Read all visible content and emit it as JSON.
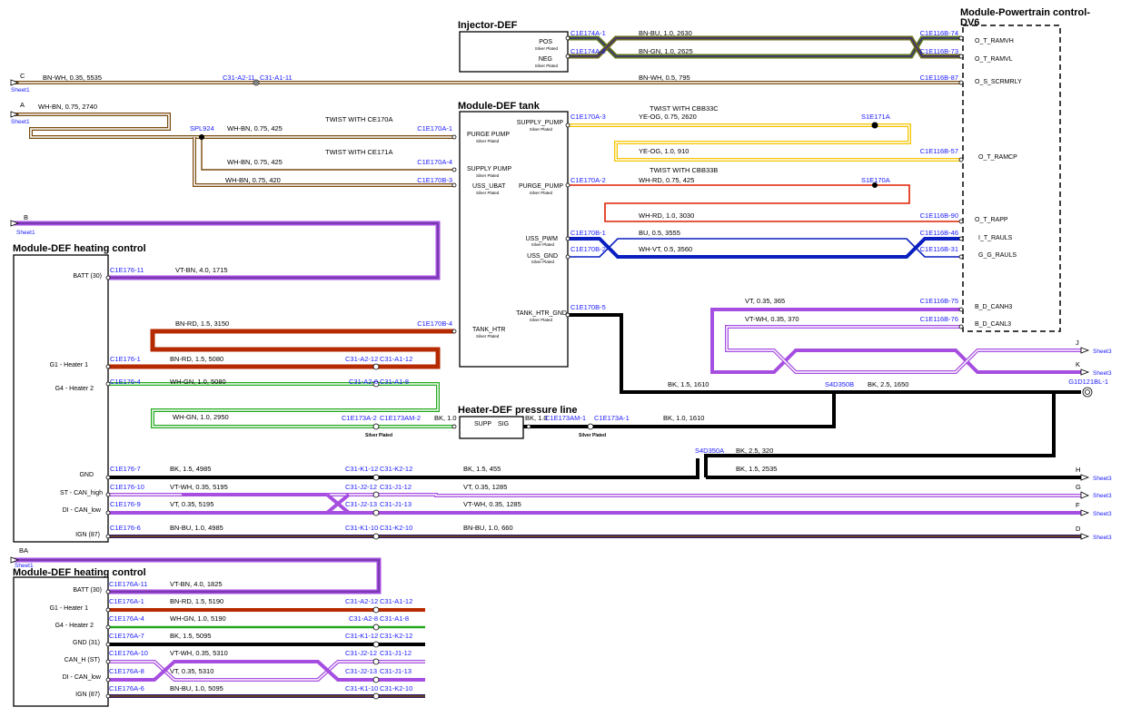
{
  "modules": {
    "injector": {
      "title": "Injector-DEF",
      "pins": [
        {
          "name": "POS",
          "sub": "Silver Plated"
        },
        {
          "name": "NEG",
          "sub": "Silver Plated"
        }
      ]
    },
    "pcm": {
      "title": "Module-Powertrain control-",
      "title2": "DV6",
      "pins": [
        "O_T_RAMVH",
        "O_T_RAMVL",
        "O_S_SCRMRLY",
        "O_T_RAMCP",
        "O_T_RAPP",
        "I_T_RAULS",
        "G_G_RAULS",
        "B_D_CANH3",
        "B_D_CANL3"
      ]
    },
    "tank": {
      "title": "Module-DEF tank",
      "left_pins": [
        {
          "name": "PURGE PUMP",
          "sub": "Silver Plated"
        },
        {
          "name": "SUPPLY PUMP",
          "sub": "Silver Plated"
        },
        {
          "name": "USS_UBAT",
          "sub": "Silver Plated"
        },
        {
          "name": "TANK_HTR",
          "sub": "Silver Plated"
        }
      ],
      "right_pins": [
        {
          "name": "SUPPLY_PUMP",
          "sub": "Silver Plated"
        },
        {
          "name": "PURGE_PUMP",
          "sub": "Silver Plated"
        },
        {
          "name": "USS_PWM",
          "sub": "Silver Plated"
        },
        {
          "name": "USS_GND",
          "sub": "Silver Plated"
        },
        {
          "name": "TANK_HTR_GND",
          "sub": "Silver Plated"
        }
      ]
    },
    "heating1": {
      "title": "Module-DEF heating control",
      "pins": [
        "BATT (30)",
        "G1 - Heater 1",
        "G4 - Heater 2",
        "GND",
        "ST - CAN_high",
        "DI - CAN_low",
        "IGN (87)"
      ]
    },
    "pressure": {
      "title": "Heater-DEF pressure line",
      "pins": [
        "SUPP",
        "SIG"
      ]
    },
    "heating2": {
      "title": "Module-DEF heating control",
      "pins": [
        "BATT (30)",
        "G1 - Heater 1",
        "G4 - Heater 2",
        "GND (31)",
        "CAN_H (ST)",
        "DI - CAN_low",
        "IGN (87)"
      ]
    }
  },
  "wire_labels": [
    "BN-BU, 1.0, 2630",
    "BN-GN, 1.0, 2625",
    "BN-WH, 0.35, 5535",
    "BN-WH, 0.5, 795",
    "WH-BN, 0.75, 2740",
    "WH-BN, 0.75, 425",
    "WH-BN, 0.75, 425",
    "WH-BN, 0.75, 420",
    "YE-OG, 0.75, 2620",
    "YE-OG, 1.0, 910",
    "WH-RD, 0.75, 425",
    "WH-RD, 1.0, 3030",
    "BU, 0.5, 3555",
    "WH-VT, 0.5, 3560",
    "VT-BN, 4.0, 1715",
    "BN-RD, 1.5, 3150",
    "BN-RD, 1.5, 5080",
    "WH-GN, 1.0, 5080",
    "WH-GN, 1.0, 2950",
    "VT, 0.35, 365",
    "VT-WH, 0.35, 370",
    "BK, 1.5, 1610",
    "BK, 2.5, 1650",
    "BK, 1.0",
    "BK, 1.0",
    "BK, 1.0, 1610",
    "BK, 2.5, 320",
    "BK, 1.5, 4985",
    "BK, 1.5, 455",
    "BK, 1.5, 2535",
    "VT-WH, 0.35, 5195",
    "VT, 0.35, 1285",
    "VT, 0.35, 5195",
    "VT-WH, 0.35, 1285",
    "BN-BU, 1.0, 4985",
    "BN-BU, 1.0, 660",
    "VT-BN, 4.0, 1825",
    "BN-RD, 1.5, 5190",
    "WH-GN, 1.0, 5190",
    "BK, 1.5, 5095",
    "VT-WH, 0.35, 5310",
    "VT, 0.35, 5310",
    "BN-BU, 1.0, 5095"
  ],
  "connectors": [
    "C1E174A-1",
    "C1E174A-2",
    "C1E116B-74",
    "C1E116B-73",
    "C31-A2-11",
    "C31-A1-11",
    "C1E116B-87",
    "SPL924",
    "C1E170A-1",
    "C1E170A-4",
    "C1E170B-3",
    "C1E170A-3",
    "S1E171A",
    "C1E116B-57",
    "C1E170A-2",
    "S1E170A",
    "C1E116B-90",
    "C1E170B-1",
    "C1E116B-46",
    "C1E170B-2",
    "C1E116B-31",
    "C1E176-11",
    "C1E170B-5",
    "C1E116B-75",
    "C1E116B-76",
    "C1E170B-4",
    "C1E176-1",
    "C31-A2-12",
    "C31-A1-12",
    "C1E176-4",
    "C31-A2-8",
    "C31-A1-8",
    "S4D350B",
    "G1D121BL-1",
    "C1E173A-2",
    "C1E173AM-2",
    "C1E173AM-1",
    "C1E173A-1",
    "S4D350A",
    "C1E176-7",
    "C31-K1-12",
    "C31-K2-12",
    "C1E176-10",
    "C31-J2-12",
    "C31-J1-12",
    "C1E176-9",
    "C31-J2-13",
    "C31-J1-13",
    "C1E176-6",
    "C31-K1-10",
    "C31-K2-10",
    "C1E176A-11",
    "C1E176A-1",
    "C31-A2-12",
    "C31-A1-12",
    "C1E176A-4",
    "C31-A2-8",
    "C31-A1-8",
    "C1E176A-7",
    "C31-K1-12",
    "C31-K2-12",
    "C1E176A-10",
    "C31-J2-12",
    "C31-J1-12",
    "C1E176A-8",
    "C31-J2-13",
    "C31-J1-13",
    "C1E176A-6",
    "C31-K1-10",
    "C31-K2-10"
  ],
  "twist_notes": [
    "TWIST WITH CE170A",
    "TWIST WITH CE171A",
    "TWIST WITH CBB33C",
    "TWIST WITH CBB33B"
  ],
  "silver_plated": "Silver Plated",
  "sheet_refs": [
    {
      "letter": "C",
      "sheet": "Sheet1"
    },
    {
      "letter": "A",
      "sheet": "Sheet1"
    },
    {
      "letter": "B",
      "sheet": "Sheet1"
    },
    {
      "letter": "J",
      "sheet": "Sheet3"
    },
    {
      "letter": "K",
      "sheet": "Sheet3"
    },
    {
      "letter": "H",
      "sheet": "Sheet3"
    },
    {
      "letter": "G",
      "sheet": "Sheet3"
    },
    {
      "letter": "F",
      "sheet": "Sheet3"
    },
    {
      "letter": "D",
      "sheet": "Sheet3"
    },
    {
      "letter": "BA",
      "sheet": "Sheet1"
    }
  ],
  "colors": {
    "brown": "#7a4a10",
    "yellow": "#f5c400",
    "red": "#e02000",
    "blue": "#0a1fbf",
    "violet": "#a64ee0",
    "green": "#22a81e",
    "olive": "#5f7a1e",
    "darkred": "#b52a00",
    "black": "#000000",
    "navy": "#1a1a66",
    "connector_text": "#1a1aff"
  }
}
